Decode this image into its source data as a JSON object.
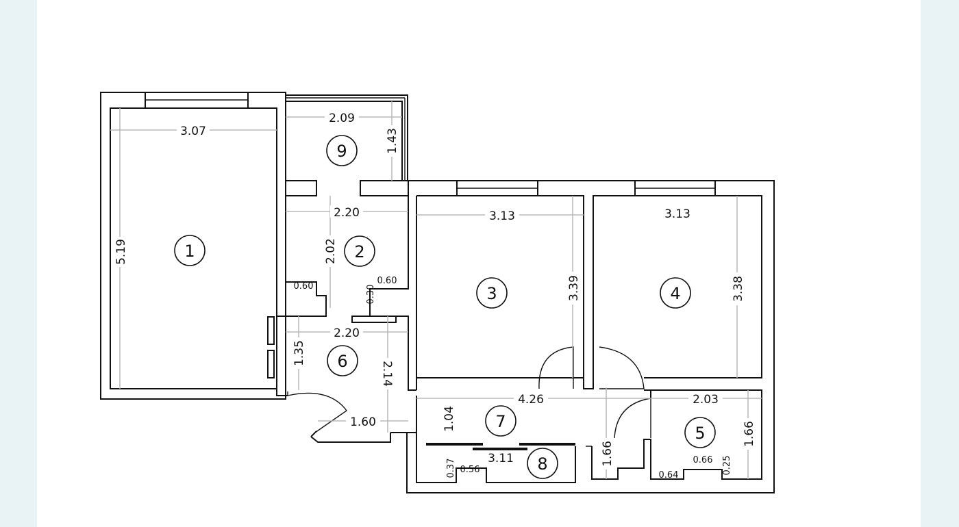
{
  "rooms": [
    {
      "id": "room-1",
      "label": "1"
    },
    {
      "id": "room-2",
      "label": "2"
    },
    {
      "id": "room-3",
      "label": "3"
    },
    {
      "id": "room-4",
      "label": "4"
    },
    {
      "id": "room-5",
      "label": "5"
    },
    {
      "id": "room-6",
      "label": "6"
    },
    {
      "id": "room-7",
      "label": "7"
    },
    {
      "id": "room-8",
      "label": "8"
    },
    {
      "id": "room-9",
      "label": "9"
    }
  ],
  "dimensions": {
    "r1_width": "3.07",
    "r1_length": "5.19",
    "r9_width": "2.09",
    "r9_depth": "1.43",
    "r2_width": "2.20",
    "r2_length": "2.02",
    "r2_niche_left": "0.60",
    "r2_niche_right": "0.60",
    "r2_niche_depth": "0.30",
    "r3_width": "3.13",
    "r3_length": "3.39",
    "r4_width": "3.13",
    "r4_length": "3.38",
    "r6_width": "2.20",
    "r6_depth": "1.35",
    "r6_length": "2.14",
    "entry_width": "1.60",
    "r7_length": "4.26",
    "r7_depth": "1.04",
    "r7_side": "1.66",
    "r5_width": "2.03",
    "r5_length": "1.66",
    "r5_step_a": "0.66",
    "r5_step_b": "0.25",
    "r5_step_c": "0.64",
    "r8_width": "3.11",
    "r8_step_a": "0.37",
    "r8_step_b": "0.56"
  },
  "colors": {
    "wall": "#111111",
    "dimension_line": "#b8b8b8",
    "background": "#e9f3f6",
    "sheet": "#ffffff"
  }
}
